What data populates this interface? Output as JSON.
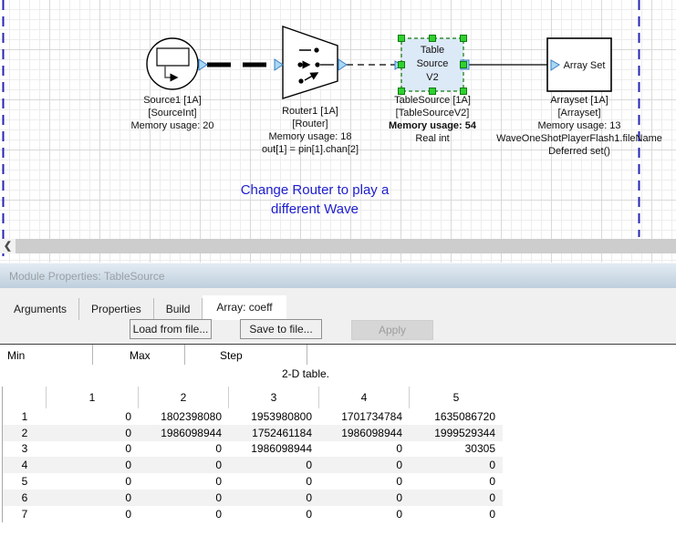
{
  "canvas": {
    "note": {
      "line1": "Change Router to play a",
      "line2": "different Wave",
      "color": "#1d1dcd"
    },
    "boundary_color": "#2424b4",
    "blocks": {
      "source": {
        "labels": {
          "l1": "Source1 [1A]",
          "l2": "[SourceInt]",
          "l3": "Memory usage: 20"
        }
      },
      "router": {
        "labels": {
          "l1": "Router1 [1A]",
          "l2": "[Router]",
          "l3": "Memory usage: 18",
          "l4": "out[1] = pin[1].chan[2]"
        }
      },
      "tablesource": {
        "body": {
          "line1": "Table",
          "line2": "Source",
          "line3": "V2"
        },
        "fill": "#dce9f7",
        "handle_color": "#2fd12f",
        "labels": {
          "l1": "TableSource [1A]",
          "l2": "[TableSourceV2]",
          "l3": "Memory usage: 54",
          "l4": "Real int"
        }
      },
      "arrayset": {
        "body": "Array Set",
        "labels": {
          "l1": "Arrayset [1A]",
          "l2": "[Arrayset]",
          "l3": "Memory usage: 13",
          "l4": "WaveOneShotPlayerFlash1.fileName",
          "l5": "Deferred set()"
        }
      }
    },
    "scrollbar": {
      "left_arrow": "❮"
    }
  },
  "panel": {
    "title": "Module Properties: TableSource",
    "tabs": [
      {
        "label": "Arguments"
      },
      {
        "label": "Properties"
      },
      {
        "label": "Build"
      },
      {
        "label": "Array: coeff",
        "active": true
      }
    ],
    "buttons": {
      "load": "Load from file...",
      "save": "Save to file...",
      "apply": "Apply"
    },
    "field_headers": {
      "min": "Min",
      "max": "Max",
      "step": "Step"
    },
    "table_caption": "2-D table.",
    "grid": {
      "col_headers": [
        "1",
        "2",
        "3",
        "4",
        "5"
      ],
      "rows": [
        {
          "label": "1",
          "values": [
            "0",
            "1802398080",
            "1953980800",
            "1701734784",
            "1635086720"
          ]
        },
        {
          "label": "2",
          "values": [
            "0",
            "1986098944",
            "1752461184",
            "1986098944",
            "1999529344"
          ]
        },
        {
          "label": "3",
          "values": [
            "0",
            "0",
            "1986098944",
            "0",
            "30305"
          ]
        },
        {
          "label": "4",
          "values": [
            "0",
            "0",
            "0",
            "0",
            "0"
          ]
        },
        {
          "label": "5",
          "values": [
            "0",
            "0",
            "0",
            "0",
            "0"
          ]
        },
        {
          "label": "6",
          "values": [
            "0",
            "0",
            "0",
            "0",
            "0"
          ]
        },
        {
          "label": "7",
          "values": [
            "0",
            "0",
            "0",
            "0",
            "0"
          ]
        }
      ]
    }
  }
}
